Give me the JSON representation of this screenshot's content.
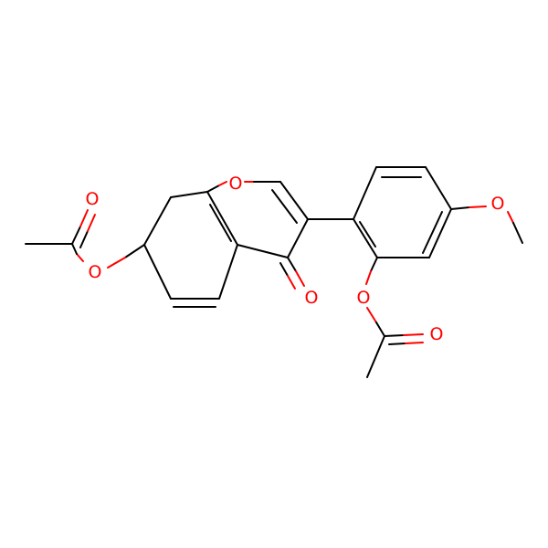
{
  "molecule": {
    "atom_labels": {
      "ring_oxygen": "O",
      "ketone_oxygen": "O",
      "left_ester_oxygen": "O",
      "left_carbonyl_oxygen": "O",
      "methoxy_oxygen": "O",
      "right_ester_oxygen": "O",
      "right_carbonyl_oxygen": "O"
    },
    "colors": {
      "bond": "#000000",
      "heteroatom": "#ff0000",
      "background": "#ffffff"
    }
  }
}
